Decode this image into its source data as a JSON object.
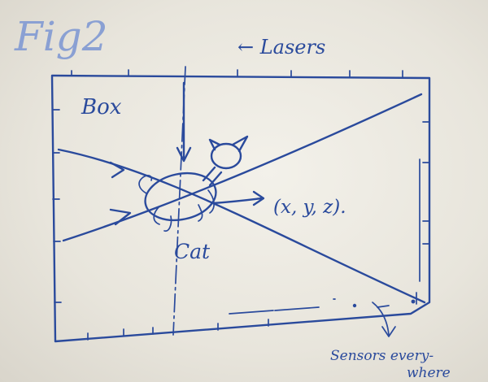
{
  "figure": {
    "title": "Fig2"
  },
  "labels": {
    "lasers": "← Lasers",
    "box": "Box",
    "cat": "Cat",
    "coords": "(x, y, z).",
    "sensors_line1": "Sensors every-",
    "sensors_line2": "where"
  },
  "colors": {
    "ink": "#2a4a9c",
    "paper": "#ecebe4"
  }
}
